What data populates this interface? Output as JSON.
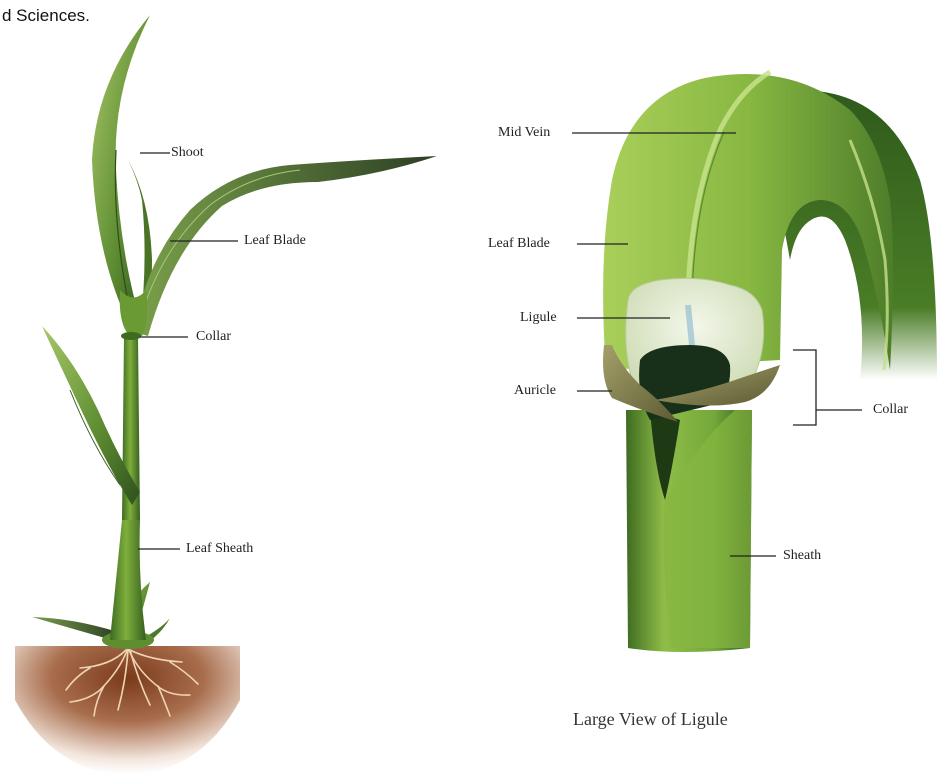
{
  "header_fragment": "d Sciences.",
  "plant_labels": {
    "shoot": "Shoot",
    "leaf_blade": "Leaf Blade",
    "collar": "Collar",
    "leaf_sheath": "Leaf Sheath"
  },
  "ligule_labels": {
    "mid_vein": "Mid Vein",
    "leaf_blade": "Leaf Blade",
    "ligule": "Ligule",
    "auricle": "Auricle",
    "collar": "Collar",
    "sheath": "Sheath"
  },
  "caption": "Large View of Ligule",
  "colors": {
    "leaf_light": "#9cc24a",
    "leaf_dark": "#3f6a22",
    "soil": "#8a4a2a",
    "root": "#e8c9a6",
    "ligule": "#e6efd8",
    "auricle": "#8a8a55",
    "line": "#222222"
  }
}
